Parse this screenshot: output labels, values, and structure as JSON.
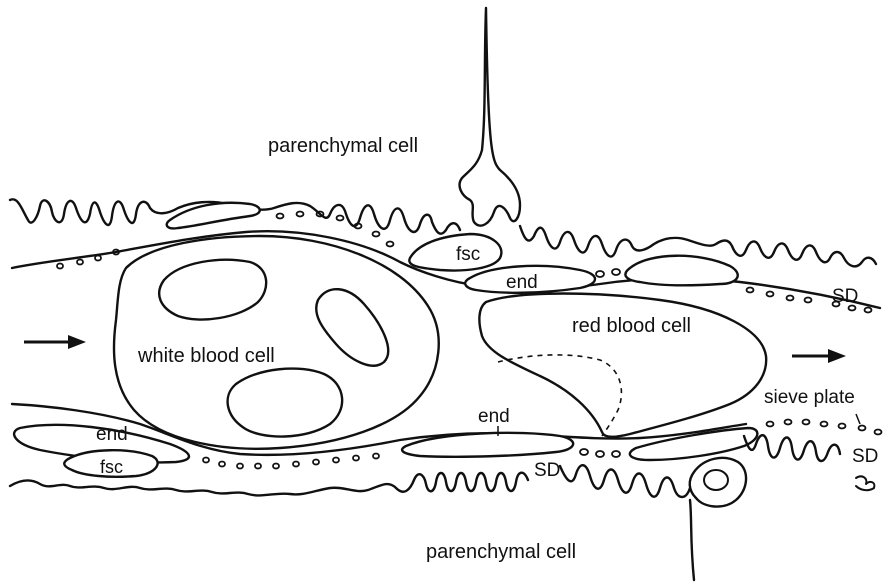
{
  "labels": {
    "parenchymal_top": "parenchymal cell",
    "parenchymal_bottom": "parenchymal cell",
    "white_blood_cell": "white blood cell",
    "red_blood_cell": "red blood cell",
    "sieve_plate": "sieve plate",
    "fsc_top": "fsc",
    "fsc_bottom": "fsc",
    "end_top": "end",
    "end_mid": "end",
    "end_left": "end",
    "sd_right_top": "SD",
    "sd_right_bottom": "SD",
    "sd_bottom": "SD"
  }
}
